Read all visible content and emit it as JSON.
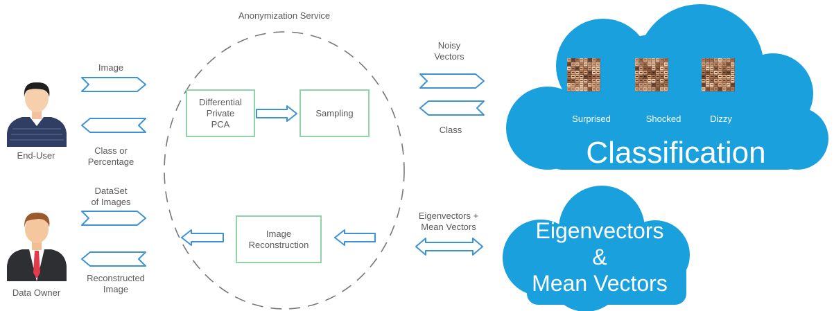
{
  "service": {
    "title": "Anonymization Service"
  },
  "actors": {
    "end_user": {
      "label": "End-User"
    },
    "data_owner": {
      "label": "Data Owner"
    }
  },
  "flows": {
    "image": "Image",
    "class_or_percentage": [
      "Class or",
      "Percentage"
    ],
    "dataset_of_images": [
      "DataSet",
      "of Images"
    ],
    "reconstructed_image": [
      "Reconstructed",
      "Image"
    ],
    "noisy_vectors": [
      "Noisy",
      "Vectors"
    ],
    "class": "Class",
    "eigen_mean_vectors": [
      "Eigenvectors +",
      "Mean Vectors"
    ]
  },
  "boxes": {
    "dp_pca": [
      "Differential",
      "Private",
      "PCA"
    ],
    "sampling": "Sampling",
    "image_reconstruction": [
      "Image",
      "Reconstruction"
    ]
  },
  "classification_cloud": {
    "title": "Classification",
    "categories": [
      "Surprised",
      "Shocked",
      "Dizzy"
    ],
    "color": "#1aa0dc"
  },
  "eigen_cloud": {
    "lines": [
      "Eigenvectors",
      "&",
      "Mean Vectors"
    ],
    "color": "#1aa0dc"
  },
  "colors": {
    "arrow": "#3d92d6",
    "box_border": "#8fd4a8",
    "dashed": "#777777"
  }
}
